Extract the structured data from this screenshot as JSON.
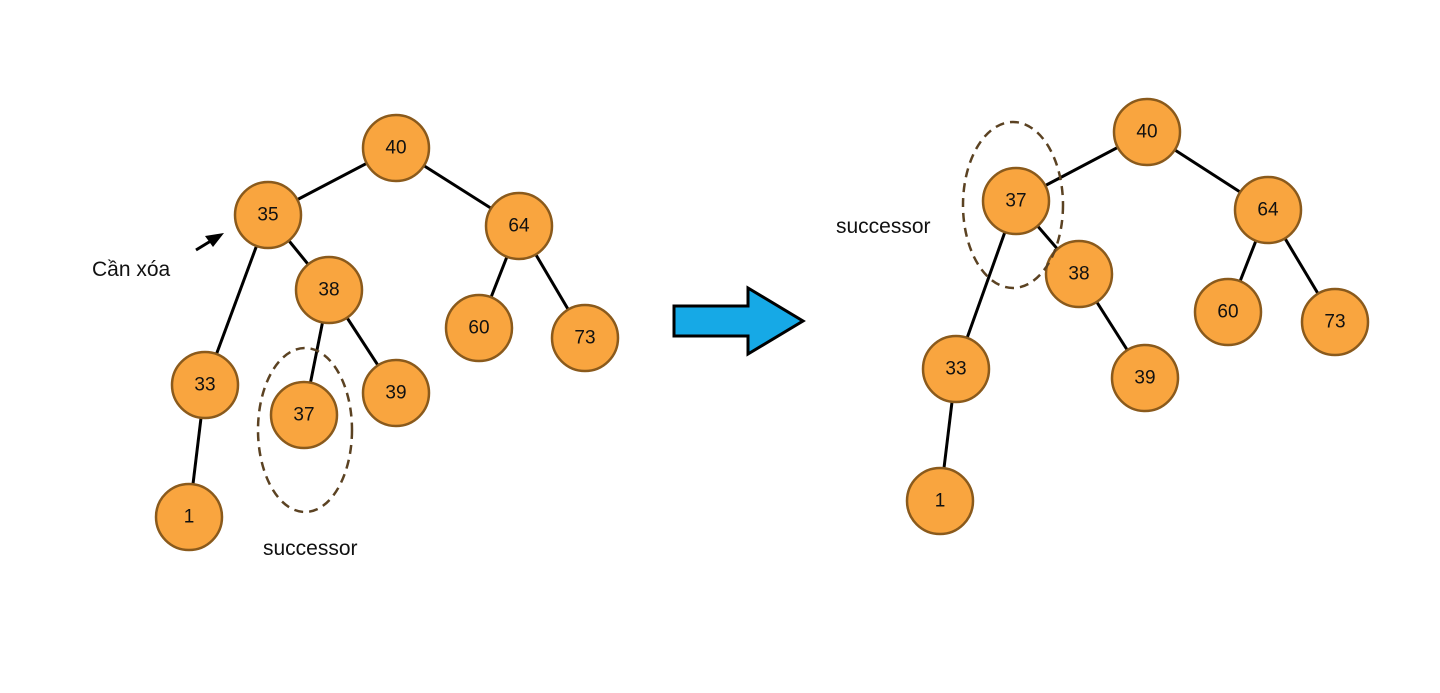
{
  "left_tree": {
    "nodes": [
      {
        "id": "40",
        "label": "40"
      },
      {
        "id": "35",
        "label": "35"
      },
      {
        "id": "64",
        "label": "64"
      },
      {
        "id": "33",
        "label": "33"
      },
      {
        "id": "38",
        "label": "38"
      },
      {
        "id": "60",
        "label": "60"
      },
      {
        "id": "73",
        "label": "73"
      },
      {
        "id": "1",
        "label": "1"
      },
      {
        "id": "37",
        "label": "37"
      },
      {
        "id": "39",
        "label": "39"
      }
    ],
    "edges": [
      [
        "40",
        "35"
      ],
      [
        "40",
        "64"
      ],
      [
        "35",
        "33"
      ],
      [
        "35",
        "38"
      ],
      [
        "33",
        "1"
      ],
      [
        "38",
        "37"
      ],
      [
        "38",
        "39"
      ],
      [
        "64",
        "60"
      ],
      [
        "64",
        "73"
      ]
    ],
    "delete_label": "Cần xóa",
    "successor_label": "successor"
  },
  "right_tree": {
    "nodes": [
      {
        "id": "40",
        "label": "40"
      },
      {
        "id": "37",
        "label": "37"
      },
      {
        "id": "64",
        "label": "64"
      },
      {
        "id": "33",
        "label": "33"
      },
      {
        "id": "38",
        "label": "38"
      },
      {
        "id": "60",
        "label": "60"
      },
      {
        "id": "73",
        "label": "73"
      },
      {
        "id": "1",
        "label": "1"
      },
      {
        "id": "39",
        "label": "39"
      }
    ],
    "edges": [
      [
        "40",
        "37"
      ],
      [
        "40",
        "64"
      ],
      [
        "37",
        "33"
      ],
      [
        "37",
        "38"
      ],
      [
        "33",
        "1"
      ],
      [
        "38",
        "39"
      ],
      [
        "64",
        "60"
      ],
      [
        "64",
        "73"
      ]
    ],
    "successor_label": "successor"
  },
  "colors": {
    "node_fill": "#f9a53f",
    "node_stroke": "#8a5a1c",
    "arrow_fill": "#16a9e6",
    "dashed_outline": "#5b4222"
  }
}
